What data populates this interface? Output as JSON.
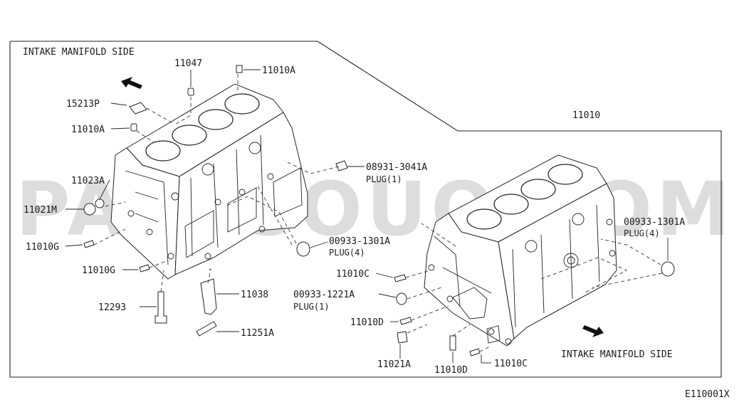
{
  "watermark": "PARTSOUQ.COM",
  "diagram_code": "E110001X",
  "headings": {
    "intake_side_left": "INTAKE MANIFOLD SIDE",
    "intake_side_right": "INTAKE MANIFOLD SIDE"
  },
  "assembly_ref": "11010",
  "labels": {
    "p11047": "11047",
    "p11010A_top": "11010A",
    "p15213P": "15213P",
    "p11010A_left": "11010A",
    "p08931": "08931-3041A",
    "p08931_plug": "PLUG(1)",
    "p11023A": "11023A",
    "p11021M": "11021M",
    "p00933_1301A_left": "00933-1301A",
    "p00933_1301A_left_plug": "PLUG(4)",
    "p11010G_a": "11010G",
    "p11010G_b": "11010G",
    "p11038": "11038",
    "p12293": "12293",
    "p11251A": "11251A",
    "p00933_1301A_right": "00933-1301A",
    "p00933_1301A_right_plug": "PLUG(4)",
    "p11010C_a": "11010C",
    "p00933_1221A": "00933-1221A",
    "p00933_1221A_plug": "PLUG(1)",
    "p11010D_a": "11010D",
    "p11021A": "11021A",
    "p11010D_b": "11010D",
    "p11010C_b": "11010C"
  }
}
